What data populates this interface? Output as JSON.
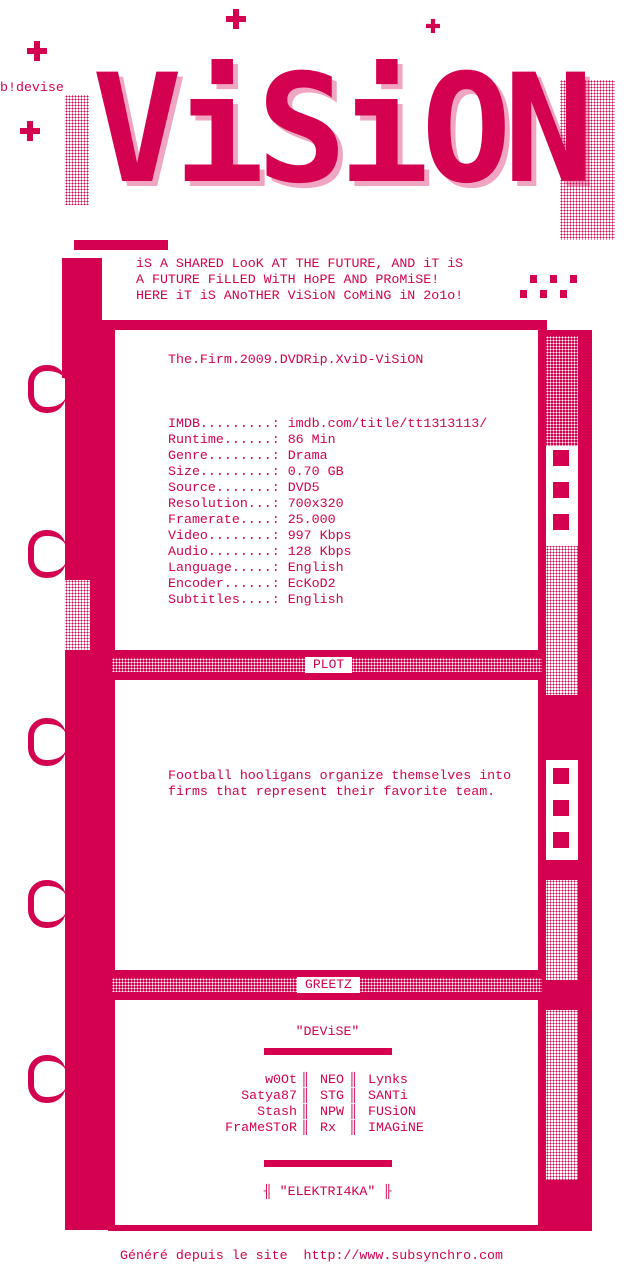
{
  "header": {
    "group_tag": "b!devise",
    "logo_text": "ViSiON",
    "tagline": [
      "iS A SHARED LooK AT THE FUTURE, AND iT iS",
      "A FUTURE FiLLED WiTH HoPE AND PRoMiSE!",
      "HERE iT iS ANoTHER ViSioN CoMiNG iN 2o1o!"
    ]
  },
  "release": {
    "name": "The.Firm.2009.DVDRip.XviD-ViSiON",
    "info": [
      {
        "key": "IMDB.........: ",
        "value": "imdb.com/title/tt1313113/"
      },
      {
        "key": "Runtime......: ",
        "value": "86 Min"
      },
      {
        "key": "Genre........: ",
        "value": "Drama"
      },
      {
        "key": "Size.........: ",
        "value": "0.70 GB"
      },
      {
        "key": "Source.......: ",
        "value": "DVD5"
      },
      {
        "key": "Resolution...: ",
        "value": "700x320"
      },
      {
        "key": "Framerate....: ",
        "value": "25.000"
      },
      {
        "key": "Video........: ",
        "value": "997 Kbps"
      },
      {
        "key": "Audio........: ",
        "value": "128 Kbps"
      },
      {
        "key": "Language.....: ",
        "value": "English"
      },
      {
        "key": "Encoder......: ",
        "value": "EcKoD2"
      },
      {
        "key": "Subtitles....: ",
        "value": "English"
      }
    ]
  },
  "plot": {
    "label": "PLOT",
    "lines": [
      "Football hooligans organize themselves into",
      "firms that represent their favorite team."
    ]
  },
  "greetz": {
    "label": "GREETZ",
    "title": "\"DEViSE\"",
    "col1": [
      "w0Ot",
      "Satya87",
      "Stash",
      "FraMeSToR"
    ],
    "col2": [
      "NEO",
      "STG",
      "NPW",
      "Rx"
    ],
    "col3": [
      "Lynks",
      "SANTi",
      "FUSiON",
      "IMAGiNE"
    ],
    "separator": "║",
    "footer": "╢ \"ELEKTRI4KA\" ╟"
  },
  "footer": {
    "text": "Généré depuis le site  http://www.subsynchro.com"
  },
  "colors": {
    "accent": "#d40050"
  }
}
